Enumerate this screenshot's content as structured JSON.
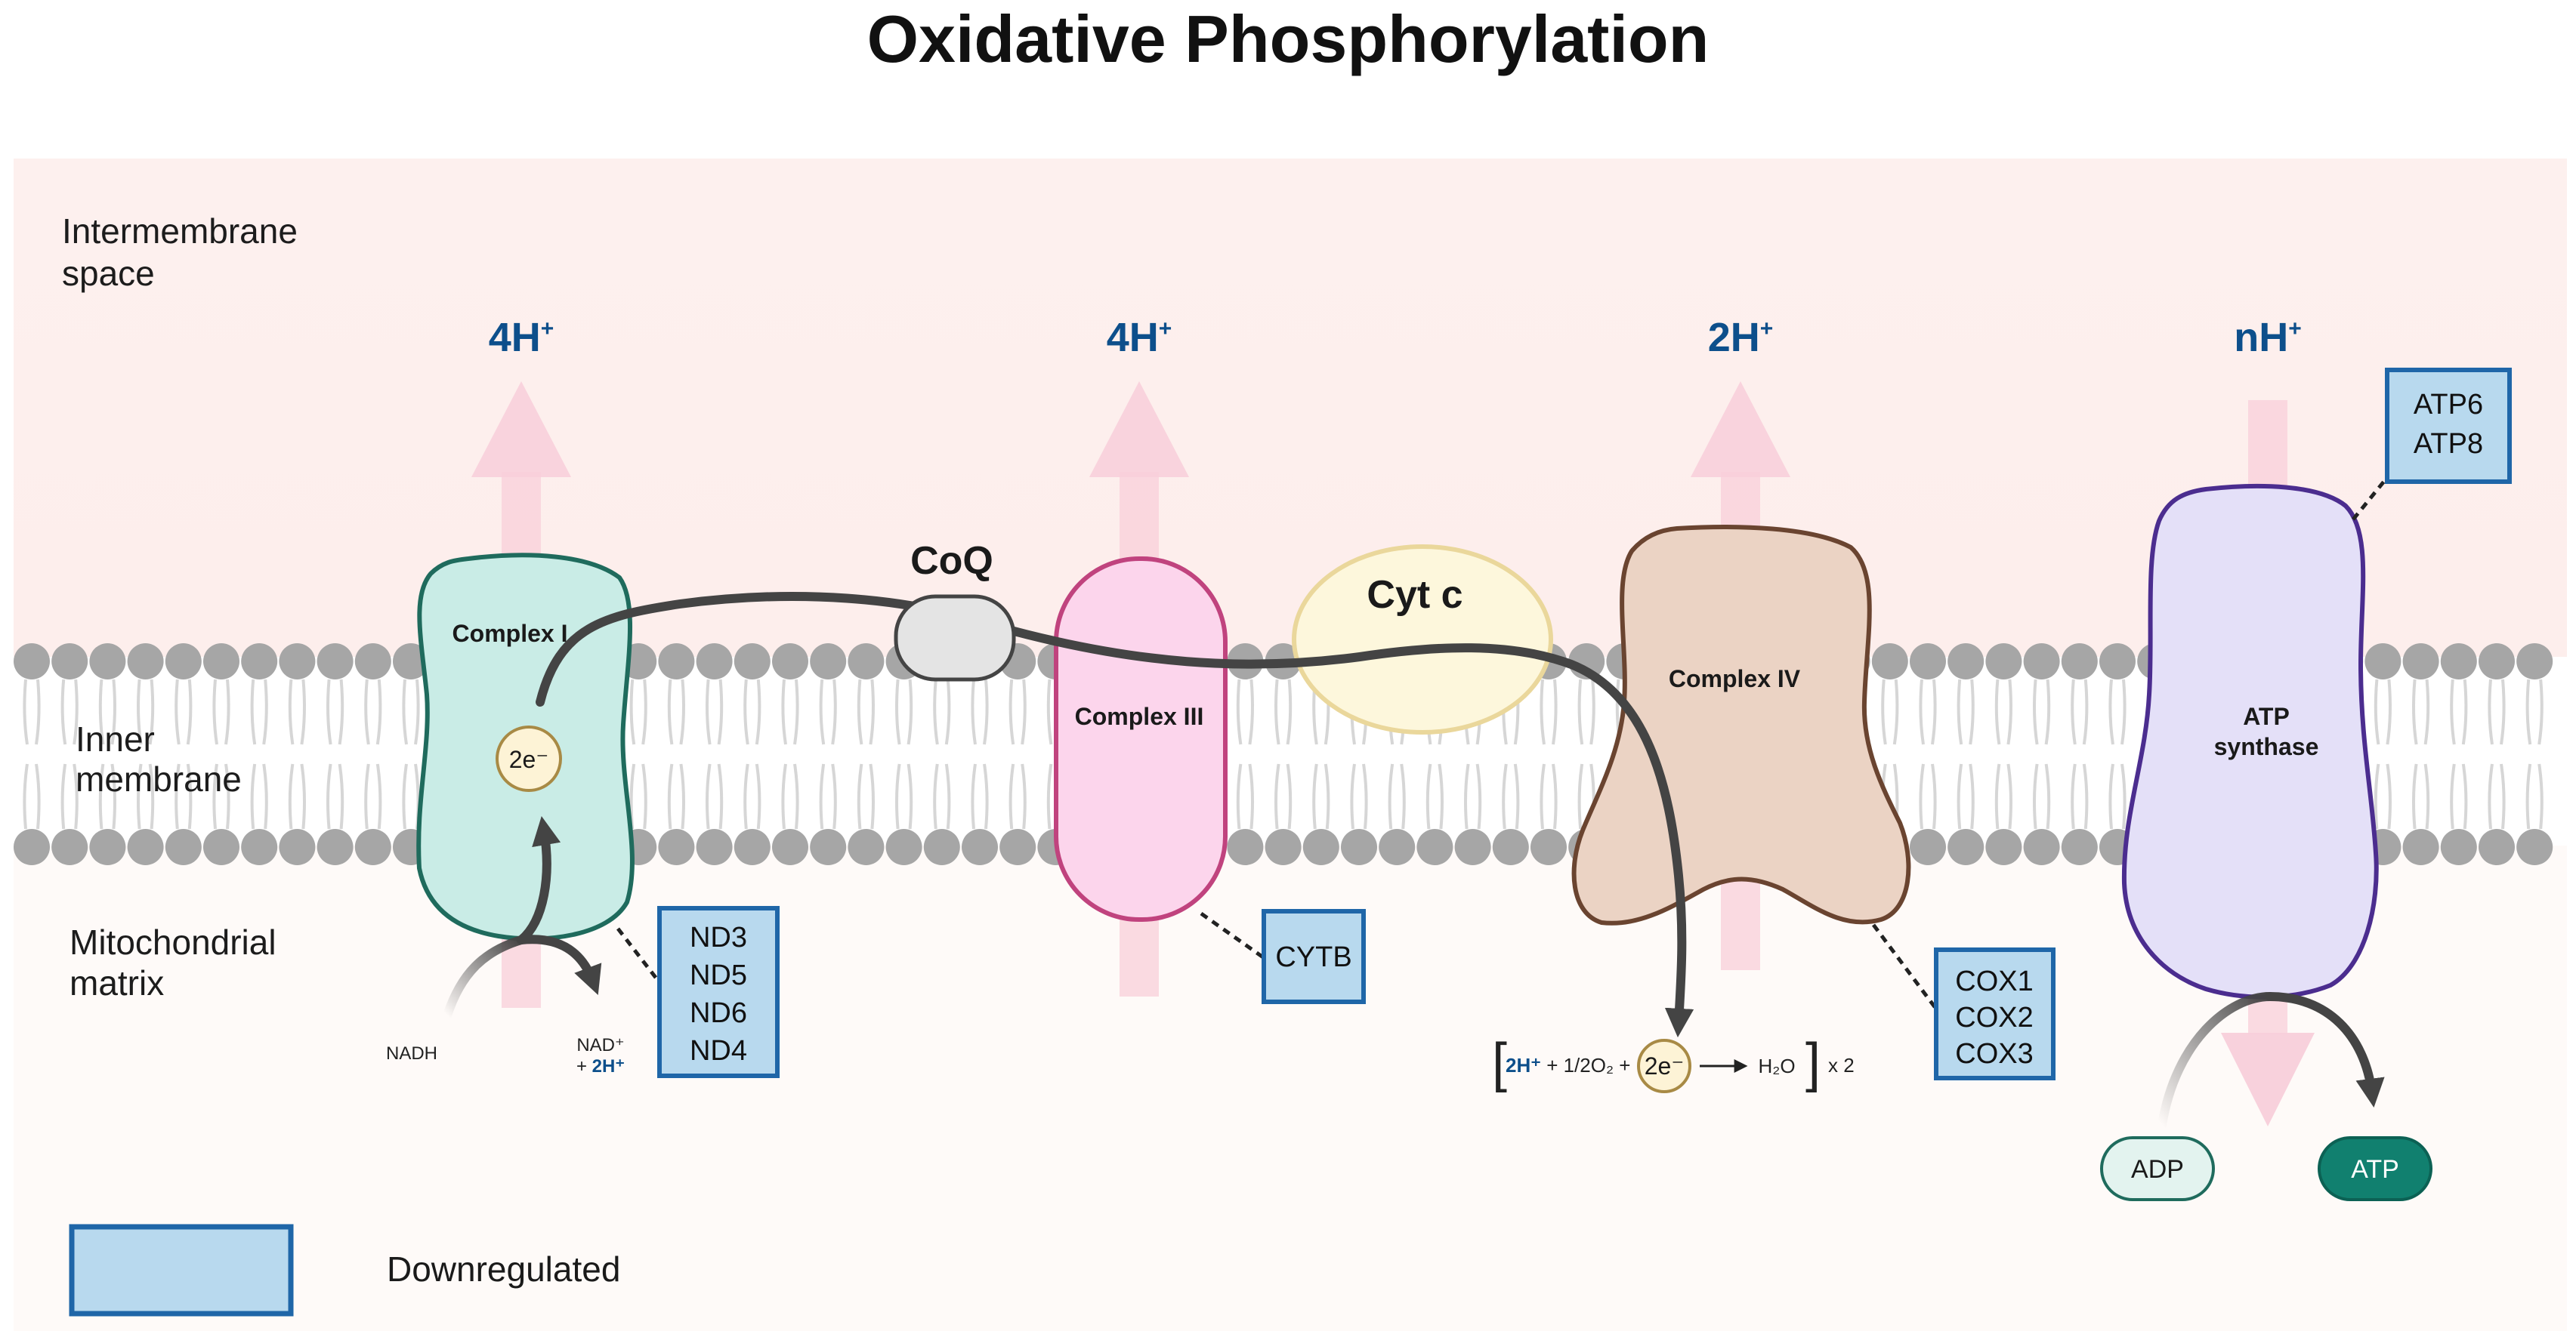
{
  "title": "Oxidative Phosphorylation",
  "regions": {
    "intermembrane": [
      "Intermembrane",
      "space"
    ],
    "inner_membrane": [
      "Inner",
      "membrane"
    ],
    "matrix": [
      "Mitochondrial",
      "matrix"
    ]
  },
  "protons": {
    "complex1": {
      "main": "4H",
      "sup": "+"
    },
    "complex3": {
      "main": "4H",
      "sup": "+"
    },
    "complex4": {
      "main": "2H",
      "sup": "+"
    },
    "atp_synthase": {
      "main": "nH",
      "sup": "+"
    }
  },
  "complexes": {
    "complex1": "Complex I",
    "coq": "CoQ",
    "complex3": "Complex III",
    "cytc": "Cyt c",
    "complex4": "Complex IV",
    "atp_synthase": [
      "ATP",
      "synthase"
    ]
  },
  "electron_label": "2e⁻",
  "genes": {
    "complex1": [
      "ND3",
      "ND5",
      "ND6",
      "ND4"
    ],
    "complex3": [
      "CYTB"
    ],
    "complex4": [
      "COX1",
      "COX2",
      "COX3"
    ],
    "atp_synthase": [
      "ATP6",
      "ATP8"
    ]
  },
  "nadh": {
    "input": "NADH",
    "output_line1": "NAD⁺",
    "output_plus": "+ ",
    "output_h": "2H⁺"
  },
  "equation": {
    "bracket_open": "[",
    "h": "2H⁺",
    "mid": " + 1/2O₂ +",
    "product": "H₂O",
    "bracket_close": "]",
    "multiplier": "x 2"
  },
  "atp": {
    "adp": "ADP",
    "atp": "ATP"
  },
  "legend": {
    "label": "Downregulated"
  },
  "colors": {
    "intermembrane_bg": "#fdf1ef",
    "matrix_bg": "#fefaf8",
    "lipid_head": "#a6a6a6",
    "lipid_tail": "#d6d6d6",
    "proton_arrow": "#f8cfda",
    "proton_text": "#0d4f8b",
    "complex1_fill": "#c9ece6",
    "complex1_stroke": "#1f6b5d",
    "coq_fill": "#e4e4e4",
    "complex3_fill": "#fcd5ec",
    "complex3_stroke": "#c0437e",
    "cytc_fill": "#fdf7dc",
    "cytc_stroke": "#ead79b",
    "complex4_fill": "#ebd3c4",
    "complex4_stroke": "#6a4430",
    "atp_synthase_fill": "#e4e0f8",
    "atp_synthase_stroke": "#4b2d8f",
    "gene_box_fill": "#b8d9ee",
    "gene_box_stroke": "#1f66a8",
    "electron_fill": "#fdf3d6",
    "electron_stroke": "#a88a45",
    "flow_arrow": "#444444",
    "adp_fill": "#e3f3ef",
    "adp_stroke": "#1f6b5d",
    "atp_fill": "#11806f"
  }
}
